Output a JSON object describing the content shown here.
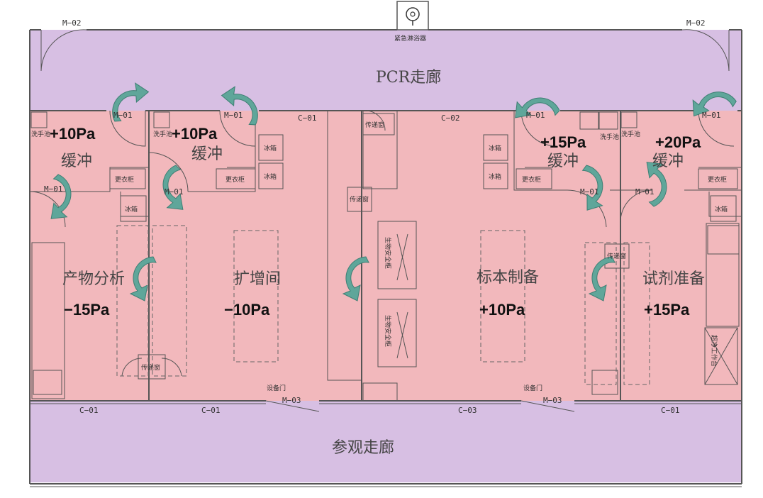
{
  "colors": {
    "corridor": "#d7bfe3",
    "room": "#f2b8bc",
    "arrow": "#5fa69a"
  },
  "corridors": {
    "top": "PCR走廊",
    "bottom": "参观走廊",
    "shower": "紧急淋浴器"
  },
  "rooms": [
    {
      "name": "产物分析",
      "pressure": "−15Pa"
    },
    {
      "name": "扩增间",
      "pressure": "−10Pa"
    },
    {
      "name": "标本制备",
      "pressure": "+10Pa"
    },
    {
      "name": "试剂准备",
      "pressure": "+15Pa"
    }
  ],
  "buffers": [
    {
      "name": "缓冲",
      "pressure": "+10Pa"
    },
    {
      "name": "缓冲",
      "pressure": "+10Pa"
    },
    {
      "name": "缓冲",
      "pressure": "+15Pa"
    },
    {
      "name": "缓冲",
      "pressure": "+20Pa"
    }
  ],
  "doors": {
    "m02": "M−02",
    "m01": "M−01",
    "m03": "M−03",
    "equipment_door": "设备门"
  },
  "windows": {
    "c01": "C−01",
    "c02": "C−02",
    "c03": "C−03"
  },
  "fixtures": {
    "fridge": "冰箱",
    "locker": "更衣柜",
    "pass_window": "传递窗",
    "hand_wash": "洗手池",
    "biosafety_cabinet": "生物安全柜",
    "clean_bench": "超净工作台"
  }
}
